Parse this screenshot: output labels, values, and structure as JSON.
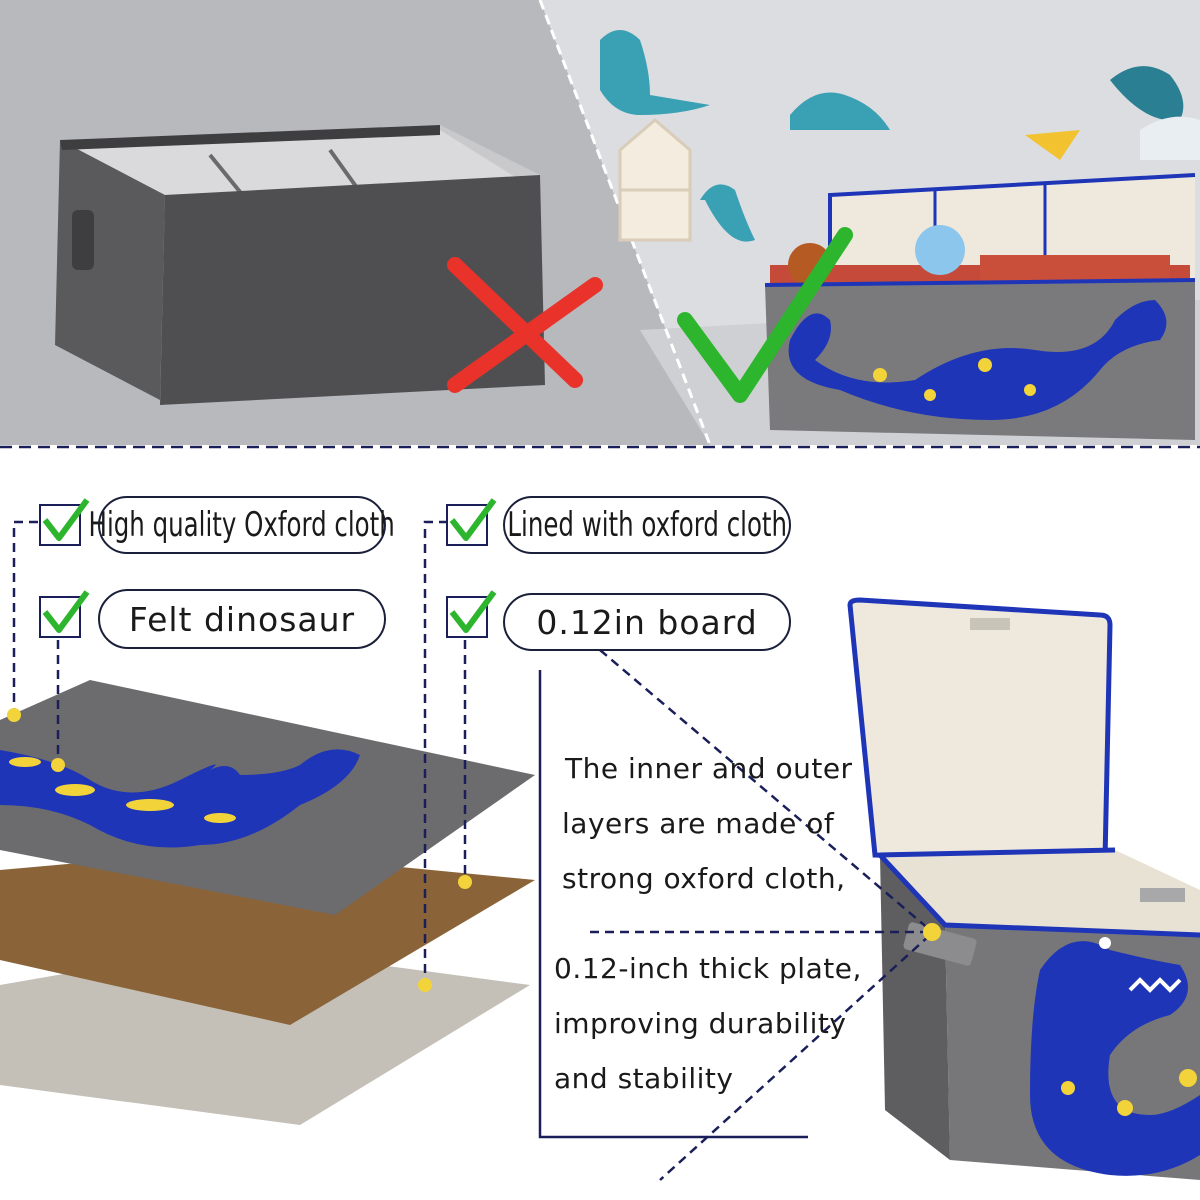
{
  "comparison": {
    "bad_mark": "cross-icon",
    "good_mark": "check-icon"
  },
  "features": [
    {
      "label": "High quality Oxford cloth"
    },
    {
      "label": "Felt dinosaur"
    },
    {
      "label": "Lined with oxford cloth"
    },
    {
      "label": "0.12in board"
    }
  ],
  "description": {
    "cloth_lines": [
      "The inner and outer",
      "layers are made of",
      "strong oxford cloth,"
    ],
    "board_lines": [
      "0.12-inch thick plate,",
      "improving durability",
      "and stability"
    ]
  },
  "colors": {
    "box_gray": "#6c6c6e",
    "dino_blue": "#1f35b8",
    "dot_yellow": "#f2d43a",
    "check_green": "#2db52d",
    "cross_red": "#e8322a",
    "board_brown": "#8a6438",
    "line_navy": "#1a1f5a"
  }
}
